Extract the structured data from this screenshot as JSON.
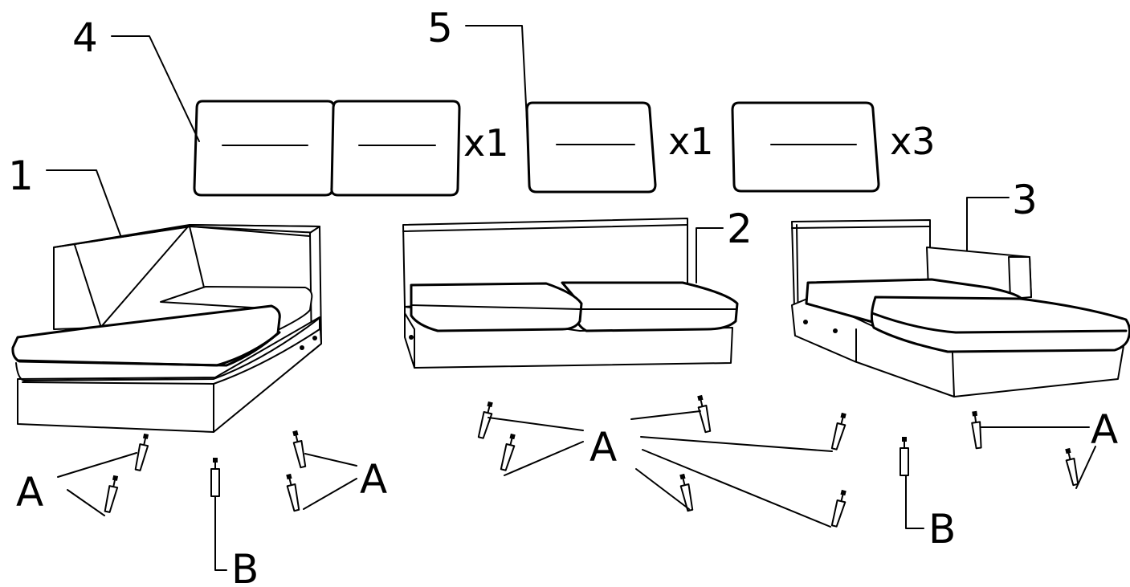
{
  "labels": {
    "part_1": "1",
    "part_2": "2",
    "part_3": "3",
    "part_4": "4",
    "part_5": "5",
    "hardware_a": "A",
    "hardware_b": "B"
  },
  "quantities": {
    "part_4": "x1",
    "part_5": "x1",
    "cushion_single": "x3"
  }
}
